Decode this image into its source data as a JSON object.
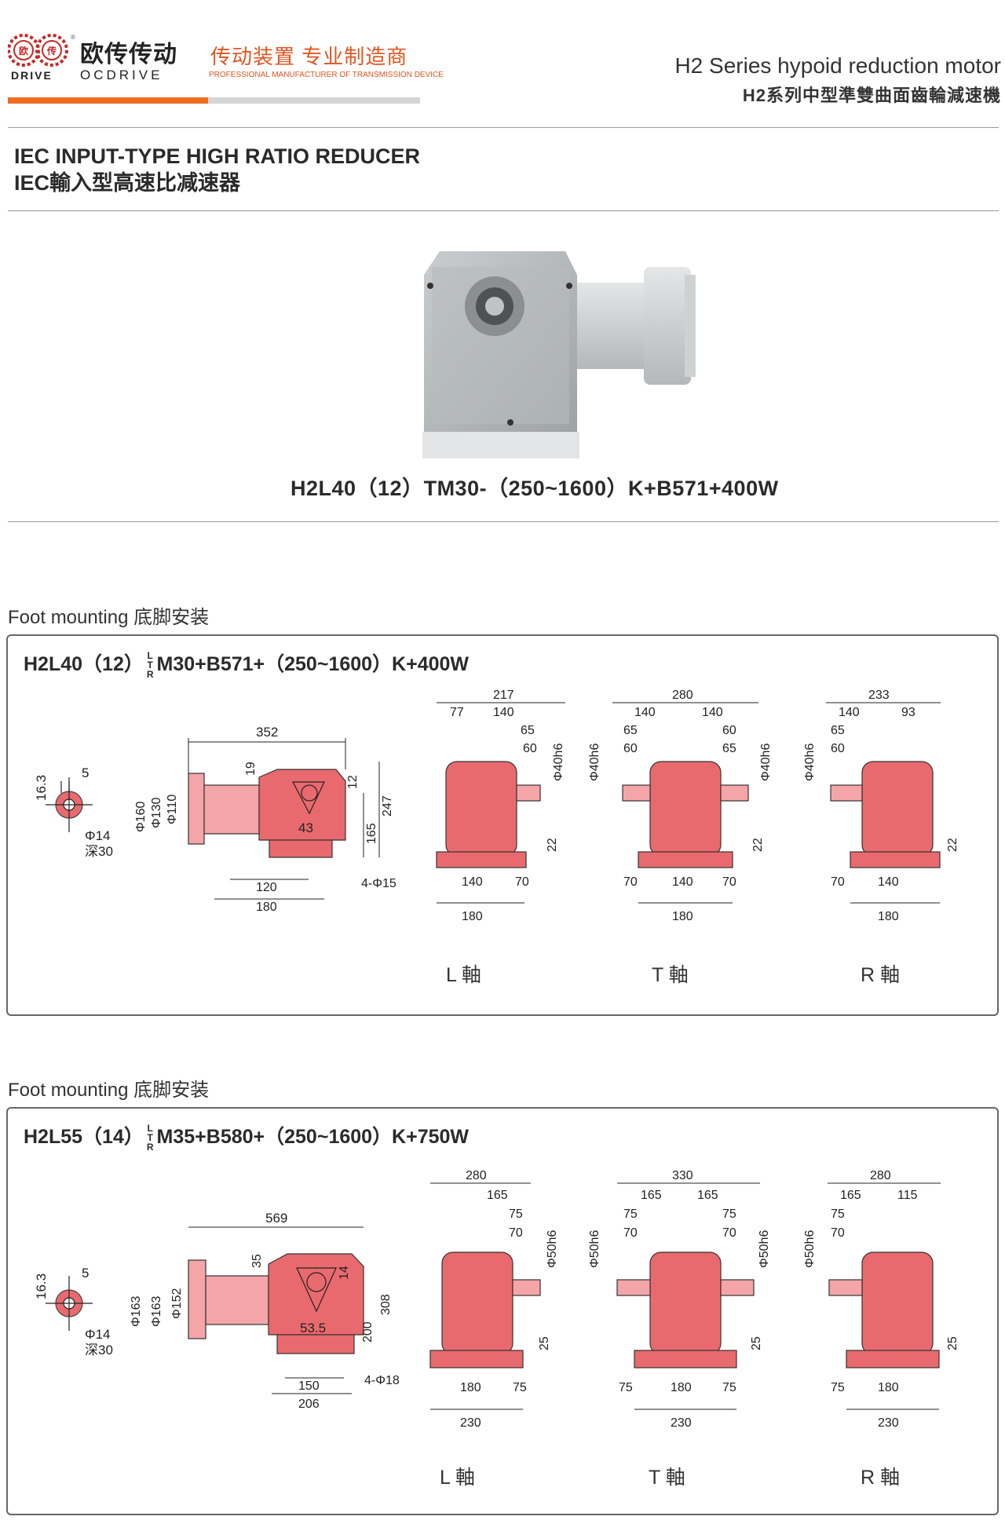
{
  "header": {
    "logo_seal_left": "欧",
    "logo_seal_right": "传",
    "logo_registered": "®",
    "logo_cn": "欧传传动",
    "logo_drive": "DRIVE",
    "logo_en": "OCDRIVE",
    "slogan_cn": "传动装置 专业制造商",
    "slogan_en": "PROFESSIONAL MANUFACTURER OF TRANSMISSION DEVICE",
    "series_en": "H2 Series hypoid reduction motor",
    "series_cn": "H2系列中型準雙曲面齒輪減速機"
  },
  "section": {
    "title_en": "IEC INPUT-TYPE HIGH RATIO REDUCER",
    "title_cn": "IEC輸入型高速比减速器"
  },
  "product": {
    "caption": "H2L40（12）TM30-（250~1600）K+B571+400W"
  },
  "drawings": [
    {
      "section_label": "Foot mounting 底脚安装",
      "model_prefix": "H2L40（12）",
      "stack": [
        "L",
        "T",
        "R"
      ],
      "model_suffix": "M30+B571+（250~1600）K+400W",
      "key": {
        "d_top": "5",
        "d_left": "16.3",
        "bore": "Φ14",
        "depth": "深30"
      },
      "side": {
        "len": "352",
        "gap": "19",
        "top": "12",
        "flange": [
          "Φ160",
          "Φ130",
          "Φ110"
        ],
        "center": "43",
        "h1": "165",
        "h2": "247",
        "feet": "120",
        "base": "180",
        "holes": "4-Φ15"
      },
      "shafts": [
        {
          "label": "L 軸",
          "top": "217",
          "a": "77",
          "b": "140",
          "c": "65",
          "d": "60",
          "shaft": "Φ40h6",
          "foot": "22",
          "f1": "140",
          "f2": "70",
          "base": "180"
        },
        {
          "label": "T 軸",
          "top": "280",
          "a": "140",
          "b": "140",
          "c1": "65",
          "c2": "60",
          "d1": "60",
          "d2": "65",
          "shaft_l": "Φ40h6",
          "shaft_r": "Φ40h6",
          "foot": "22",
          "f1": "70",
          "f2": "140",
          "f3": "70",
          "base": "180"
        },
        {
          "label": "R 軸",
          "top": "233",
          "a": "140",
          "b": "93",
          "c": "65",
          "d": "60",
          "shaft": "Φ40h6",
          "foot": "22",
          "f1": "70",
          "f2": "140",
          "base": "180"
        }
      ]
    },
    {
      "section_label": "Foot mounting 底脚安装",
      "model_prefix": "H2L55（14）",
      "stack": [
        "L",
        "T",
        "R"
      ],
      "model_suffix": "M35+B580+（250~1600）K+750W",
      "key": {
        "d_top": "5",
        "d_left": "16.3",
        "bore": "Φ14",
        "depth": "深30"
      },
      "side": {
        "len": "569",
        "gap": "35",
        "top": "14",
        "flange": [
          "Φ163",
          "Φ163",
          "Φ152"
        ],
        "center": "53.5",
        "h1": "200",
        "h2": "308",
        "feet": "150",
        "base": "206",
        "holes": "4-Φ18"
      },
      "shafts": [
        {
          "label": "L 軸",
          "top": "280",
          "a": "",
          "b": "165",
          "c": "75",
          "d": "70",
          "shaft": "Φ50h6",
          "foot": "25",
          "f1": "180",
          "f2": "75",
          "base": "230"
        },
        {
          "label": "T 軸",
          "top": "330",
          "a": "165",
          "b": "165",
          "c1": "75",
          "c2": "70",
          "d1": "70",
          "d2": "75",
          "shaft_l": "Φ50h6",
          "shaft_r": "Φ50h6",
          "foot": "25",
          "f1": "75",
          "f2": "180",
          "f3": "75",
          "base": "230"
        },
        {
          "label": "R 軸",
          "top": "280",
          "a": "165",
          "b": "115",
          "c": "75",
          "d": "70",
          "shaft": "Φ50h6",
          "foot": "25",
          "f1": "75",
          "f2": "180",
          "base": "230"
        }
      ]
    }
  ]
}
